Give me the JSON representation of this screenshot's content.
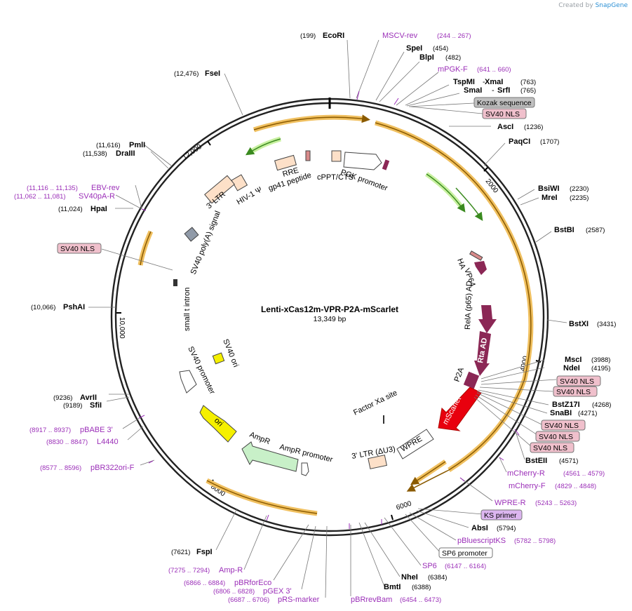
{
  "credit": {
    "prefix": "Created by",
    "brand": "SnapGene"
  },
  "plasmid": {
    "name": "Lenti-xCas12m-VPR-P2A-mScarlet",
    "size": "13,349 bp"
  },
  "sites": [
    {
      "name": "EcoRI",
      "pos": "(199)"
    },
    {
      "name": "SpeI",
      "pos": "(454)"
    },
    {
      "name": "BlpI",
      "pos": "(482)"
    },
    {
      "name": "TspMI",
      "name2": "XmaI",
      "pos": "(763)"
    },
    {
      "name": "SmaI",
      "name2": "SrfI",
      "pos": "(765)"
    },
    {
      "name": "AscI",
      "pos": "(1236)"
    },
    {
      "name": "PaqCI",
      "pos": "(1707)"
    },
    {
      "name": "BsiWI",
      "pos": "(2230)"
    },
    {
      "name": "MreI",
      "pos": "(2235)"
    },
    {
      "name": "BstBI",
      "pos": "(2587)"
    },
    {
      "name": "BstXI",
      "pos": "(3431)"
    },
    {
      "name": "MscI",
      "pos": "(3988)"
    },
    {
      "name": "NdeI",
      "pos": "(4195)"
    },
    {
      "name": "BstZ17I",
      "pos": "(4268)"
    },
    {
      "name": "SnaBI",
      "pos": "(4271)"
    },
    {
      "name": "BstEII",
      "pos": "(4571)"
    },
    {
      "name": "AbsI",
      "pos": "(5794)"
    },
    {
      "name": "NheI",
      "pos": "(6384)"
    },
    {
      "name": "BmtI",
      "pos": "(6388)"
    },
    {
      "name": "FspI",
      "pos": "(7621)"
    },
    {
      "name": "AvrII",
      "pos": "(9236)"
    },
    {
      "name": "SfiI",
      "pos": "(9189)"
    },
    {
      "name": "PshAI",
      "pos": "(10,066)"
    },
    {
      "name": "HpaI",
      "pos": "(11,024)"
    },
    {
      "name": "PmlI",
      "pos": "(11,616)"
    },
    {
      "name": "DraIII",
      "pos": "(11,538)"
    },
    {
      "name": "FseI",
      "pos": "(12,476)"
    }
  ],
  "primers": [
    {
      "name": "MSCV-rev",
      "pos": "(244 .. 267)"
    },
    {
      "name": "mPGK-F",
      "pos": "(641 .. 660)"
    },
    {
      "name": "mCherry-R",
      "pos": "(4561 .. 4579)"
    },
    {
      "name": "mCherry-F",
      "pos": "(4829 .. 4848)"
    },
    {
      "name": "WPRE-R",
      "pos": "(5243 .. 5263)"
    },
    {
      "name": "pBluescriptKS",
      "pos": "(5782 .. 5798)"
    },
    {
      "name": "SP6",
      "pos": "(6147 .. 6164)"
    },
    {
      "name": "pBRrevBam",
      "pos": "(6454 .. 6473)"
    },
    {
      "name": "pRS-marker",
      "pos": "(6687 .. 6706)"
    },
    {
      "name": "pGEX 3'",
      "pos": "(6806 .. 6828)"
    },
    {
      "name": "pBRforEco",
      "pos": "(6866 .. 6884)"
    },
    {
      "name": "Amp-R",
      "pos": "(7275 .. 7294)"
    },
    {
      "name": "pBR322ori-F",
      "pos": "(8577 .. 8596)"
    },
    {
      "name": "L4440",
      "pos": "(8830 .. 8847)"
    },
    {
      "name": "pBABE 3'",
      "pos": "(8917 .. 8937)"
    },
    {
      "name": "SV40pA-R",
      "pos": "(11,062 .. 11,081)"
    },
    {
      "name": "EBV-rev",
      "pos": "(11,116 .. 11,135)"
    }
  ],
  "boxes": [
    {
      "name": "Kozak sequence",
      "kind": "grey"
    },
    {
      "name": "SV40 NLS",
      "kind": "pink"
    },
    {
      "name": "SV40 NLS",
      "kind": "pink"
    },
    {
      "name": "SV40 NLS",
      "kind": "pink"
    },
    {
      "name": "SV40 NLS",
      "kind": "pink"
    },
    {
      "name": "SV40 NLS",
      "kind": "pink"
    },
    {
      "name": "SV40 NLS",
      "kind": "pink"
    },
    {
      "name": "SV40 NLS",
      "kind": "pink"
    },
    {
      "name": "KS primer",
      "kind": "violet"
    },
    {
      "name": "SP6 promoter",
      "kind": "white"
    }
  ],
  "features": {
    "pgk": "PGK promoter",
    "cppt": "cPPT/CTS",
    "rre": "RRE",
    "gp41": "gp41 peptide",
    "hiv": "HIV-1 Ψ",
    "ltr5": "3' LTR",
    "sv40pa": "SV40 poly(A) signal",
    "intron": "small t intron",
    "sv40ori": "SV40 ori",
    "sv40prom": "SV40 promoter",
    "ori": "ori",
    "ampr": "AmpR",
    "amprprom": "AmpR promoter",
    "ltr3": "3' LTR (ΔU3)",
    "wpre": "WPRE",
    "factorxa": "Factor Xa site",
    "mscarlet": "mScarlet",
    "p2a": "P2A",
    "rta": "Rta AD",
    "rela": "RelA (p65) AD",
    "vp64": "VP64",
    "ha": "HA"
  },
  "ticks": [
    "2000",
    "4000",
    "6000",
    "8000",
    "10,000",
    "12,000"
  ],
  "colors": {
    "primer": "#9b2fb8",
    "orf": "#f0b040",
    "green": "#4cae2a",
    "vpr": "#8b2755",
    "mscarlet": "#e8000e",
    "ori": "#f5f000",
    "ampr": "#c8f0c8"
  }
}
